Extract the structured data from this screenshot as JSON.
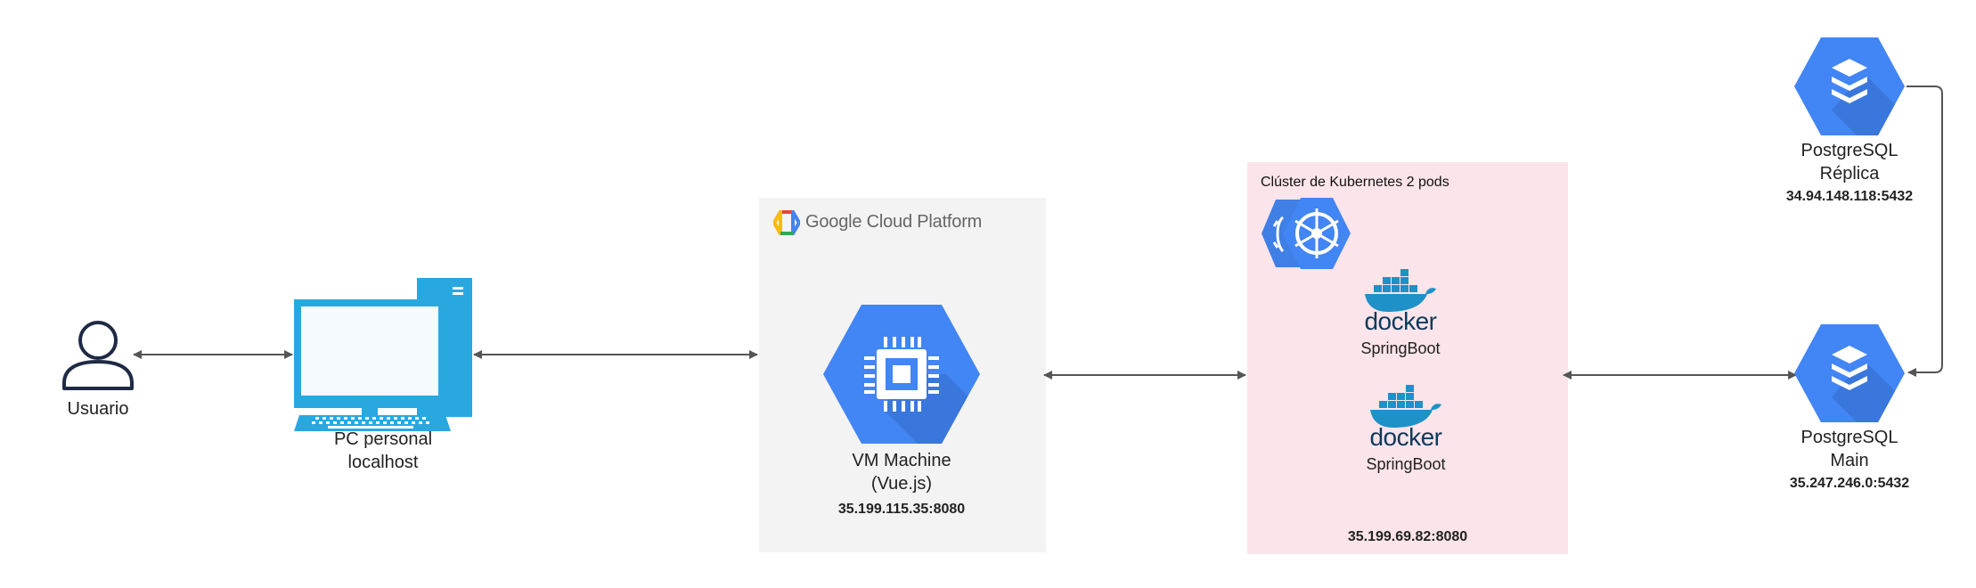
{
  "nodes": {
    "user": {
      "label": "Usuario",
      "icon": "user-icon"
    },
    "pc": {
      "line1": "PC personal",
      "line2": "localhost",
      "icon": "desktop-computer-icon"
    },
    "vm": {
      "line1": "VM Machine",
      "line2": "(Vue.js)",
      "address": "35.199.115.35:8080",
      "icon": "compute-engine-icon"
    },
    "k8s": {
      "title": "Clúster de Kubernetes 2 pods",
      "address": "35.199.69.82:8080",
      "icon": "kubernetes-engine-icon",
      "pods": [
        {
          "brand": "docker",
          "label": "SpringBoot"
        },
        {
          "brand": "docker",
          "label": "SpringBoot"
        }
      ]
    },
    "pg_replica": {
      "line1": "PostgreSQL",
      "line2": "Réplica",
      "address": "34.94.148.118:5432",
      "icon": "cloud-sql-icon"
    },
    "pg_main": {
      "line1": "PostgreSQL",
      "line2": "Main",
      "address": "35.247.246.0:5432",
      "icon": "cloud-sql-icon"
    }
  },
  "gcp": {
    "brand": "Google Cloud Platform",
    "icon": "google-cloud-logo-icon"
  },
  "colors": {
    "gcp_blue": "#4285f4",
    "pc_blue": "#29a8e0",
    "docker_blue": "#1d91c8",
    "gcp_panel": "#f3f3f3",
    "k8s_panel": "#fbe4ea",
    "arrow": "#555555"
  }
}
